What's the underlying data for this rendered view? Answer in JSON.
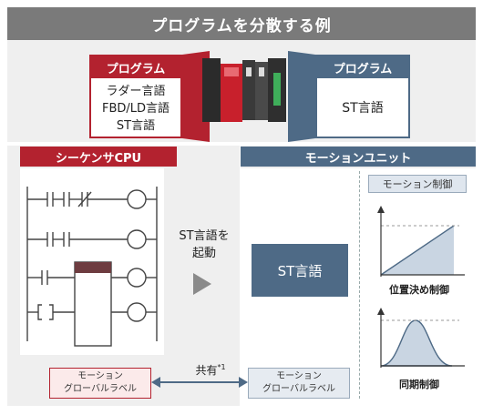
{
  "title": "プログラムを分散する例",
  "program_left": {
    "header": "プログラム",
    "lines": [
      "ラダー言語",
      "FBD/LD言語",
      "ST言語"
    ]
  },
  "program_right": {
    "header": "プログラム",
    "body": "ST言語"
  },
  "sequencer": {
    "header": "シーケンサCPU"
  },
  "motion": {
    "header": "モーションユニット",
    "control_label": "モーション制御",
    "st_block": "ST言語"
  },
  "launch": {
    "line1": "ST言語を",
    "line2": "起動"
  },
  "global_label_left": {
    "line1": "モーション",
    "line2": "グローバルラベル"
  },
  "global_label_right": {
    "line1": "モーション",
    "line2": "グローバルラベル"
  },
  "shared": {
    "text": "共有",
    "note": "*1"
  },
  "graphs": {
    "positioning": "位置決め制御",
    "sync": "同期制御"
  },
  "colors": {
    "red": "#b3222f",
    "blue": "#4e6a86",
    "gray": "#7a7a7a"
  }
}
